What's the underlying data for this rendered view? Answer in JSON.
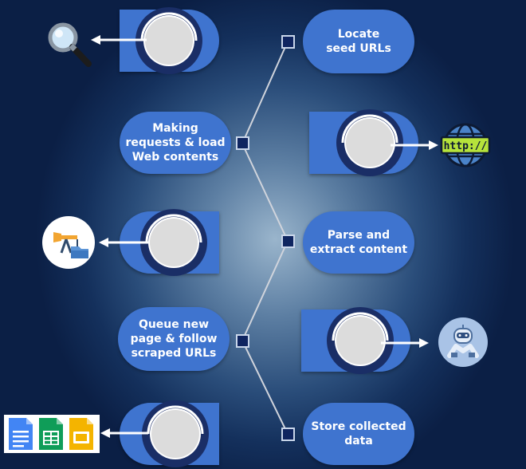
{
  "steps": {
    "locate": "Locate\nseed URLs",
    "request": "Making\nrequests & load\nWeb contents",
    "parse": "Parse and\nextract content",
    "queue": "Queue new\npage & follow\nscraped URLs",
    "store": "Store collected\ndata"
  },
  "icons": {
    "search": "magnifier-icon",
    "http": "http-globe-icon",
    "miner": "data-mining-icon",
    "bot": "robot-icon",
    "docs": "document-spreadsheet-slides-icons",
    "http_label": "http://"
  },
  "colors": {
    "pill": "#3f74cf",
    "ring": "#1a2e66",
    "square": "#0f2560",
    "connector": "#d0d4dc"
  }
}
